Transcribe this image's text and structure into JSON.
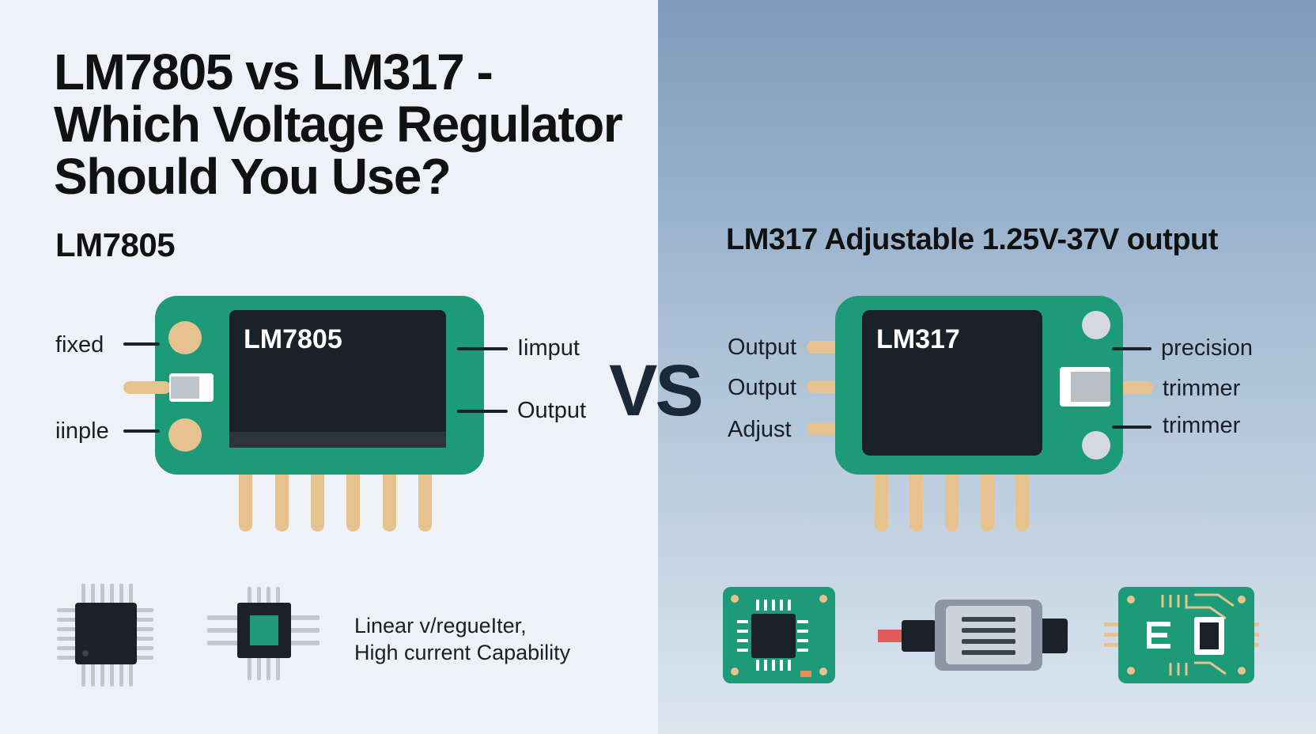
{
  "title_lines": [
    "LM7805 vs LM317 -",
    "Which Voltage Regulator",
    "Should You Use?"
  ],
  "left": {
    "heading": "LM7805",
    "chip_label": "LM7805",
    "labels": {
      "fixed": "fixed",
      "iinple": "iinple",
      "input": "Iimput",
      "output": "Output"
    },
    "caption_lines": [
      "Linear v/regueIter,",
      "High current Capability"
    ]
  },
  "vs": "VS",
  "right": {
    "heading": "LM317 Adjustable 1.25V-37V output",
    "chip_label": "LM317",
    "labels": {
      "output_1": "Output",
      "output_2": "Output",
      "adjust": "Adjust",
      "precision": "precision",
      "trimmer_1": "trimmer",
      "trimmer_2": "trimmer"
    }
  },
  "colors": {
    "pcb_green": "#1d9a78",
    "chip_black": "#1b2128",
    "pin_tan": "#e6c38e",
    "pad_gray": "#d6d9dd"
  }
}
